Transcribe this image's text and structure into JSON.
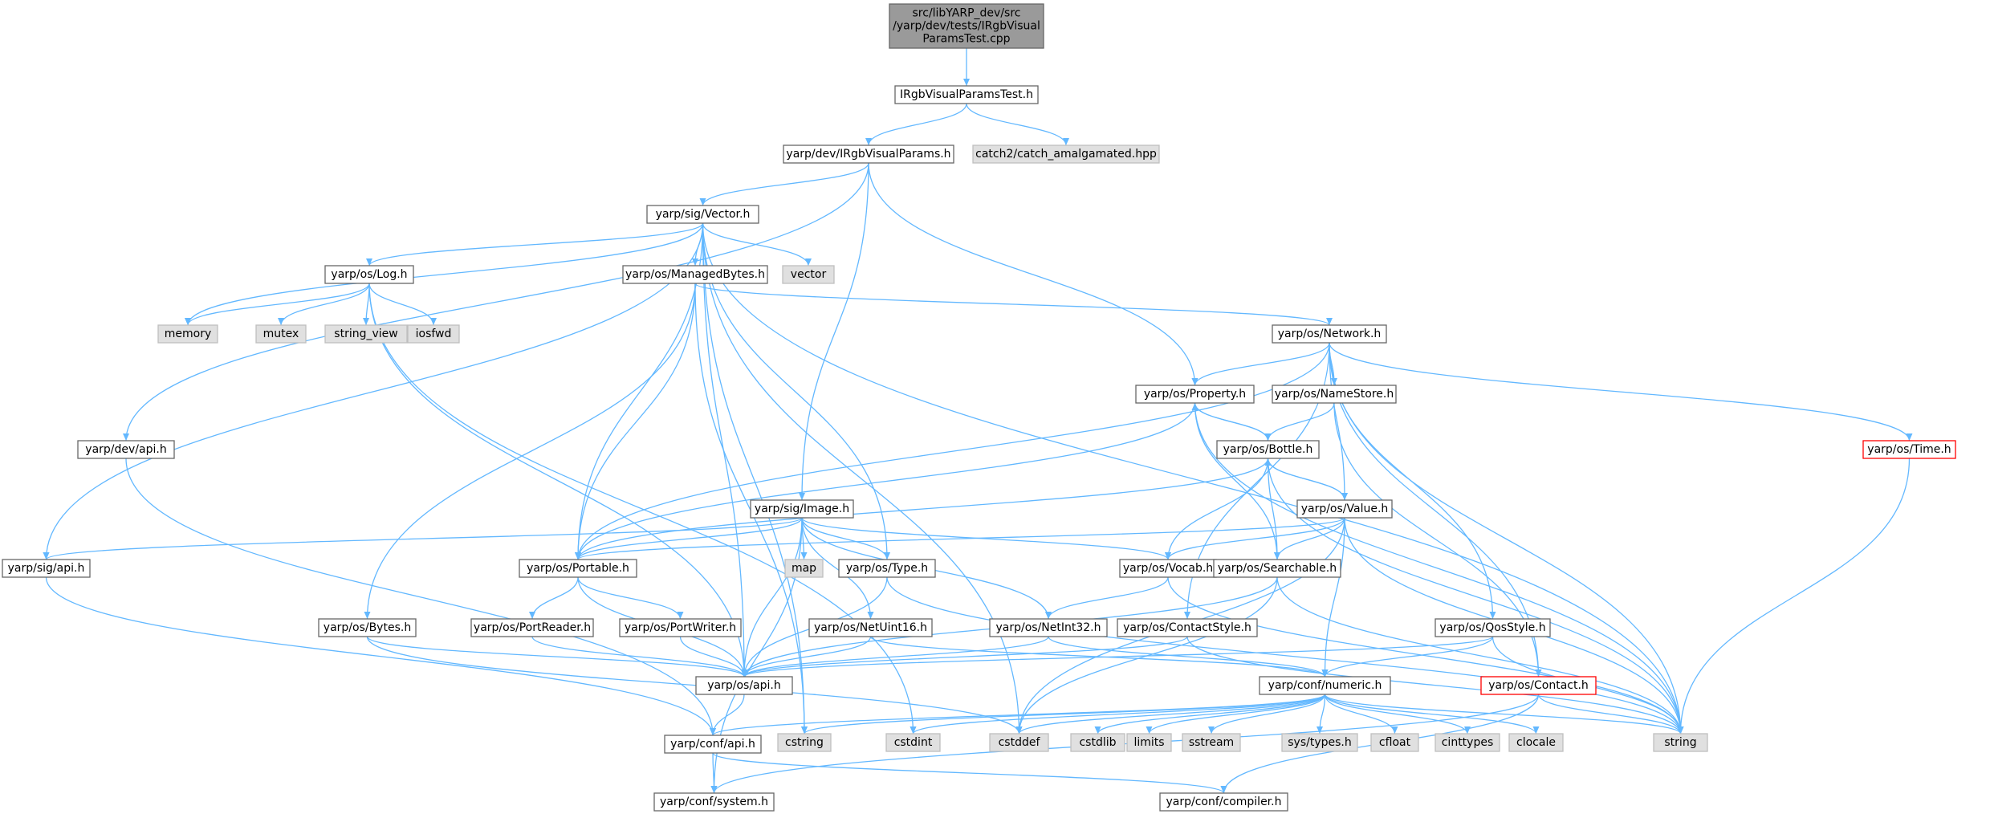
{
  "colors": {
    "edge": "#63b8ff",
    "node_border": "#666666",
    "node_fill": "#ffffff",
    "root_fill": "#9a9a9a",
    "system_fill": "#e0e0e0",
    "system_border": "#bfbfbf",
    "incomplete_border": "#ff0000"
  },
  "nodes": [
    {
      "id": "root",
      "lines": [
        "src/libYARP_dev/src",
        "/yarp/dev/tests/IRgbVisual",
        "ParamsTest.cpp"
      ],
      "kind": "root"
    },
    {
      "id": "irgbtest",
      "lines": [
        "IRgbVisualParamsTest.h"
      ],
      "kind": "normal"
    },
    {
      "id": "devirgb",
      "lines": [
        "yarp/dev/IRgbVisualParams.h"
      ],
      "kind": "normal"
    },
    {
      "id": "catch2",
      "lines": [
        "catch2/catch_amalgamated.hpp"
      ],
      "kind": "system"
    },
    {
      "id": "sigvector",
      "lines": [
        "yarp/sig/Vector.h"
      ],
      "kind": "normal"
    },
    {
      "id": "oslog",
      "lines": [
        "yarp/os/Log.h"
      ],
      "kind": "normal"
    },
    {
      "id": "managedbytes",
      "lines": [
        "yarp/os/ManagedBytes.h"
      ],
      "kind": "normal"
    },
    {
      "id": "vector",
      "lines": [
        "vector"
      ],
      "kind": "system"
    },
    {
      "id": "memory",
      "lines": [
        "memory"
      ],
      "kind": "system"
    },
    {
      "id": "mutex",
      "lines": [
        "mutex"
      ],
      "kind": "system"
    },
    {
      "id": "string_view",
      "lines": [
        "string_view"
      ],
      "kind": "system"
    },
    {
      "id": "iosfwd",
      "lines": [
        "iosfwd"
      ],
      "kind": "system"
    },
    {
      "id": "network",
      "lines": [
        "yarp/os/Network.h"
      ],
      "kind": "normal"
    },
    {
      "id": "property",
      "lines": [
        "yarp/os/Property.h"
      ],
      "kind": "normal"
    },
    {
      "id": "namestore",
      "lines": [
        "yarp/os/NameStore.h"
      ],
      "kind": "normal"
    },
    {
      "id": "time",
      "lines": [
        "yarp/os/Time.h"
      ],
      "kind": "incomplete"
    },
    {
      "id": "devapi",
      "lines": [
        "yarp/dev/api.h"
      ],
      "kind": "normal"
    },
    {
      "id": "bottle",
      "lines": [
        "yarp/os/Bottle.h"
      ],
      "kind": "normal"
    },
    {
      "id": "sigimage",
      "lines": [
        "yarp/sig/Image.h"
      ],
      "kind": "normal"
    },
    {
      "id": "value",
      "lines": [
        "yarp/os/Value.h"
      ],
      "kind": "normal"
    },
    {
      "id": "sigapi",
      "lines": [
        "yarp/sig/api.h"
      ],
      "kind": "normal"
    },
    {
      "id": "portable",
      "lines": [
        "yarp/os/Portable.h"
      ],
      "kind": "normal"
    },
    {
      "id": "map",
      "lines": [
        "map"
      ],
      "kind": "system"
    },
    {
      "id": "type",
      "lines": [
        "yarp/os/Type.h"
      ],
      "kind": "normal"
    },
    {
      "id": "vocab",
      "lines": [
        "yarp/os/Vocab.h"
      ],
      "kind": "normal"
    },
    {
      "id": "searchable",
      "lines": [
        "yarp/os/Searchable.h"
      ],
      "kind": "normal"
    },
    {
      "id": "bytes",
      "lines": [
        "yarp/os/Bytes.h"
      ],
      "kind": "normal"
    },
    {
      "id": "portreader",
      "lines": [
        "yarp/os/PortReader.h"
      ],
      "kind": "normal"
    },
    {
      "id": "portwriter",
      "lines": [
        "yarp/os/PortWriter.h"
      ],
      "kind": "normal"
    },
    {
      "id": "netuint16",
      "lines": [
        "yarp/os/NetUint16.h"
      ],
      "kind": "normal"
    },
    {
      "id": "netint32",
      "lines": [
        "yarp/os/NetInt32.h"
      ],
      "kind": "normal"
    },
    {
      "id": "contactstyle",
      "lines": [
        "yarp/os/ContactStyle.h"
      ],
      "kind": "normal"
    },
    {
      "id": "qosstyle",
      "lines": [
        "yarp/os/QosStyle.h"
      ],
      "kind": "normal"
    },
    {
      "id": "osapi",
      "lines": [
        "yarp/os/api.h"
      ],
      "kind": "normal"
    },
    {
      "id": "numeric",
      "lines": [
        "yarp/conf/numeric.h"
      ],
      "kind": "normal"
    },
    {
      "id": "contact",
      "lines": [
        "yarp/os/Contact.h"
      ],
      "kind": "incomplete"
    },
    {
      "id": "cstring",
      "lines": [
        "cstring"
      ],
      "kind": "system"
    },
    {
      "id": "cstdint",
      "lines": [
        "cstdint"
      ],
      "kind": "system"
    },
    {
      "id": "cstddef",
      "lines": [
        "cstddef"
      ],
      "kind": "system"
    },
    {
      "id": "cstdlib",
      "lines": [
        "cstdlib"
      ],
      "kind": "system"
    },
    {
      "id": "limits",
      "lines": [
        "limits"
      ],
      "kind": "system"
    },
    {
      "id": "sstream",
      "lines": [
        "sstream"
      ],
      "kind": "system"
    },
    {
      "id": "systypes",
      "lines": [
        "sys/types.h"
      ],
      "kind": "system"
    },
    {
      "id": "cfloat",
      "lines": [
        "cfloat"
      ],
      "kind": "system"
    },
    {
      "id": "cinttypes",
      "lines": [
        "cinttypes"
      ],
      "kind": "system"
    },
    {
      "id": "clocale",
      "lines": [
        "clocale"
      ],
      "kind": "system"
    },
    {
      "id": "string",
      "lines": [
        "string"
      ],
      "kind": "system"
    },
    {
      "id": "confapi",
      "lines": [
        "yarp/conf/api.h"
      ],
      "kind": "normal"
    },
    {
      "id": "confsystem",
      "lines": [
        "yarp/conf/system.h"
      ],
      "kind": "normal"
    },
    {
      "id": "confcompiler",
      "lines": [
        "yarp/conf/compiler.h"
      ],
      "kind": "normal"
    }
  ],
  "edges": [
    [
      "root",
      "irgbtest"
    ],
    [
      "irgbtest",
      "devirgb"
    ],
    [
      "irgbtest",
      "catch2"
    ],
    [
      "devirgb",
      "sigvector"
    ],
    [
      "devirgb",
      "sigimage"
    ],
    [
      "devirgb",
      "property"
    ],
    [
      "devirgb",
      "devapi"
    ],
    [
      "sigvector",
      "oslog"
    ],
    [
      "sigvector",
      "managedbytes"
    ],
    [
      "sigvector",
      "vector"
    ],
    [
      "sigvector",
      "memory"
    ],
    [
      "sigvector",
      "portable"
    ],
    [
      "sigvector",
      "type"
    ],
    [
      "sigvector",
      "sigapi"
    ],
    [
      "sigvector",
      "string"
    ],
    [
      "sigvector",
      "cstddef"
    ],
    [
      "sigvector",
      "osapi"
    ],
    [
      "sigvector",
      "cstring"
    ],
    [
      "oslog",
      "memory"
    ],
    [
      "oslog",
      "mutex"
    ],
    [
      "oslog",
      "string_view"
    ],
    [
      "oslog",
      "iosfwd"
    ],
    [
      "oslog",
      "osapi"
    ],
    [
      "oslog",
      "cstdint"
    ],
    [
      "managedbytes",
      "network"
    ],
    [
      "managedbytes",
      "portable"
    ],
    [
      "managedbytes",
      "bytes"
    ],
    [
      "managedbytes",
      "cstring"
    ],
    [
      "network",
      "property"
    ],
    [
      "network",
      "namestore"
    ],
    [
      "network",
      "value"
    ],
    [
      "network",
      "time"
    ],
    [
      "network",
      "portable"
    ],
    [
      "network",
      "contactstyle"
    ],
    [
      "network",
      "qosstyle"
    ],
    [
      "network",
      "contact"
    ],
    [
      "network",
      "string"
    ],
    [
      "property",
      "bottle"
    ],
    [
      "property",
      "searchable"
    ],
    [
      "property",
      "portable"
    ],
    [
      "property",
      "string"
    ],
    [
      "namestore",
      "bottle"
    ],
    [
      "namestore",
      "contact"
    ],
    [
      "bottle",
      "property"
    ],
    [
      "bottle",
      "value"
    ],
    [
      "bottle",
      "searchable"
    ],
    [
      "bottle",
      "vocab"
    ],
    [
      "bottle",
      "portable"
    ],
    [
      "bottle",
      "string"
    ],
    [
      "value",
      "bottle"
    ],
    [
      "value",
      "portable"
    ],
    [
      "value",
      "vocab"
    ],
    [
      "value",
      "searchable"
    ],
    [
      "value",
      "numeric"
    ],
    [
      "value",
      "string"
    ],
    [
      "value",
      "cstddef"
    ],
    [
      "sigimage",
      "portable"
    ],
    [
      "sigimage",
      "type"
    ],
    [
      "sigimage",
      "vocab"
    ],
    [
      "sigimage",
      "map"
    ],
    [
      "sigimage",
      "sigapi"
    ],
    [
      "sigimage",
      "netuint16"
    ],
    [
      "sigimage",
      "netint32"
    ],
    [
      "sigimage",
      "osapi"
    ],
    [
      "sigimage",
      "confsystem"
    ],
    [
      "portable",
      "portreader"
    ],
    [
      "portable",
      "portwriter"
    ],
    [
      "portable",
      "osapi"
    ],
    [
      "type",
      "osapi"
    ],
    [
      "type",
      "string"
    ],
    [
      "vocab",
      "netint32"
    ],
    [
      "vocab",
      "string"
    ],
    [
      "searchable",
      "osapi"
    ],
    [
      "searchable",
      "string"
    ],
    [
      "searchable",
      "cstddef"
    ],
    [
      "bytes",
      "osapi"
    ],
    [
      "bytes",
      "cstddef"
    ],
    [
      "portreader",
      "osapi"
    ],
    [
      "portwriter",
      "osapi"
    ],
    [
      "netuint16",
      "osapi"
    ],
    [
      "netuint16",
      "numeric"
    ],
    [
      "netint32",
      "osapi"
    ],
    [
      "netint32",
      "numeric"
    ],
    [
      "contactstyle",
      "osapi"
    ],
    [
      "contactstyle",
      "string"
    ],
    [
      "qosstyle",
      "osapi"
    ],
    [
      "qosstyle",
      "numeric"
    ],
    [
      "qosstyle",
      "string"
    ],
    [
      "osapi",
      "confapi"
    ],
    [
      "numeric",
      "confapi"
    ],
    [
      "numeric",
      "cstring"
    ],
    [
      "numeric",
      "cstdint"
    ],
    [
      "numeric",
      "cstddef"
    ],
    [
      "numeric",
      "cstdlib"
    ],
    [
      "numeric",
      "limits"
    ],
    [
      "numeric",
      "sstream"
    ],
    [
      "numeric",
      "systypes"
    ],
    [
      "numeric",
      "cfloat"
    ],
    [
      "numeric",
      "cinttypes"
    ],
    [
      "numeric",
      "clocale"
    ],
    [
      "numeric",
      "string"
    ],
    [
      "contact",
      "string"
    ],
    [
      "contact",
      "confsystem"
    ],
    [
      "contact",
      "confcompiler"
    ],
    [
      "time",
      "string"
    ],
    [
      "sigapi",
      "confapi"
    ],
    [
      "devapi",
      "confapi"
    ],
    [
      "confapi",
      "confsystem"
    ],
    [
      "confapi",
      "confcompiler"
    ]
  ]
}
